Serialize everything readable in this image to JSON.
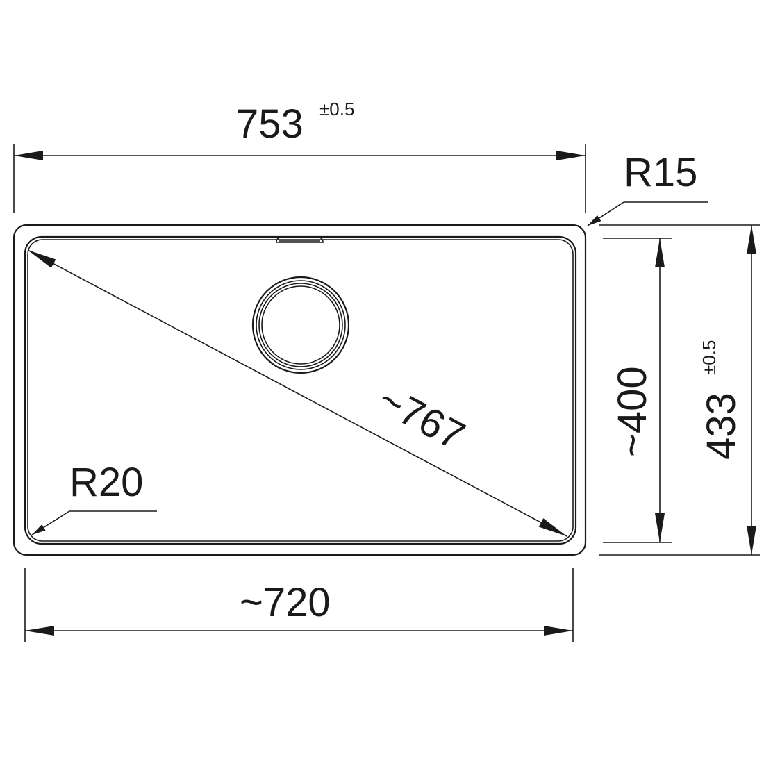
{
  "dimensions": {
    "overall_width": {
      "value": "753",
      "tolerance": "±0.5"
    },
    "overall_depth": {
      "value": "433",
      "tolerance": "±0.5"
    },
    "bowl_width": "~720",
    "bowl_depth": "~400",
    "bowl_diagonal": "~767",
    "outer_radius": "R15",
    "inner_radius": "R20"
  },
  "colors": {
    "line": "#1a1a1a",
    "background": "#ffffff"
  }
}
